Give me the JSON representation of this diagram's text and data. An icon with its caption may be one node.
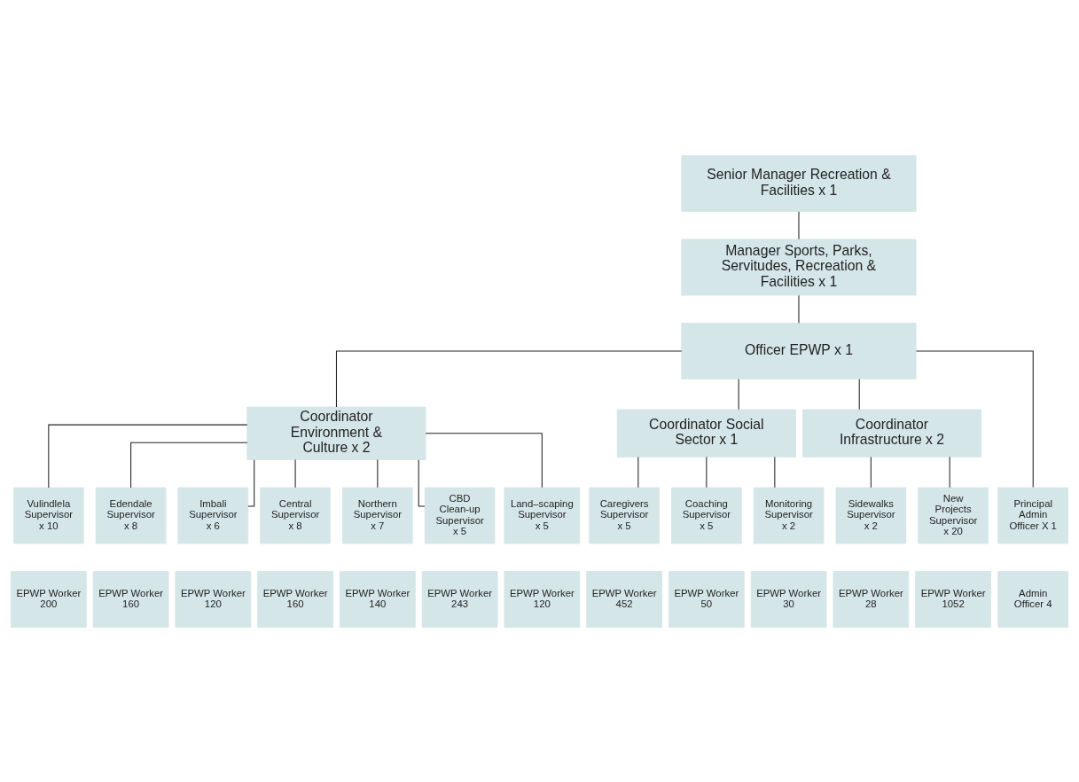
{
  "diagram": {
    "nodes": [
      {
        "text": [
          "Senior Manager Recreation & Facilities x 1"
        ]
      },
      {
        "text": [
          "Manager Sports, Parks, Servitudes, Recreation & Facilities x 1"
        ]
      },
      {
        "text": [
          "Officer EPWP x 1"
        ]
      },
      {
        "text": [
          "Coordinator Environment & Culture x 2"
        ]
      },
      {
        "text": [
          "Coordinator Social Sector x 1"
        ]
      },
      {
        "text": [
          "Coordinator Infrastructure x 2"
        ]
      },
      {
        "text": [
          "Principal Admin Officer X 1"
        ]
      },
      {
        "text": [
          "Vulindlela Supervisor x 10"
        ]
      },
      {
        "text": [
          "Edendale Supervisor x 8"
        ]
      },
      {
        "text": [
          "Imbali Supervisor x 6"
        ]
      },
      {
        "text": [
          "Central Supervisor x 8"
        ]
      },
      {
        "text": [
          "Northern Supervisor x 7"
        ]
      },
      {
        "text": [
          "CBD Clean-up Supervisor x 5"
        ]
      },
      {
        "text": [
          "Land–scaping Supervisor x 5"
        ]
      },
      {
        "text": [
          "Caregivers Supervisor x 5"
        ]
      },
      {
        "text": [
          "Coaching Supervisor x 5"
        ]
      },
      {
        "text": [
          "Monitoring Supervisor x 2"
        ]
      },
      {
        "text": [
          "Sidewalks Supervisor x 2"
        ]
      },
      {
        "text": [
          "New Projects Supervisor x 20"
        ]
      },
      {
        "text": [
          "Admin Officer 4"
        ]
      },
      {
        "text": [
          "EPWP Worker 200"
        ]
      },
      {
        "text": [
          "EPWP Worker 160"
        ]
      },
      {
        "text": [
          "EPWP Worker 120"
        ]
      },
      {
        "text": [
          "EPWP Worker 160"
        ]
      },
      {
        "text": [
          "EPWP Worker 140"
        ]
      },
      {
        "text": [
          "EPWP Worker 243"
        ]
      },
      {
        "text": [
          "EPWP Worker 120"
        ]
      },
      {
        "text": [
          "EPWP Worker 452"
        ]
      },
      {
        "text": [
          "EPWP Worker 50"
        ]
      },
      {
        "text": [
          "EPWP Worker 30"
        ]
      },
      {
        "text": [
          "EPWP Worker 28"
        ]
      },
      {
        "text": [
          "EPWP Worker 1052"
        ]
      }
    ],
    "edges": [
      {
        "from": 0,
        "to": 1,
        "arrow": "none"
      },
      {
        "from": 1,
        "to": 2,
        "arrow": "none"
      },
      {
        "from": 2,
        "to": 3,
        "arrow": "none"
      },
      {
        "from": 2,
        "to": 4,
        "arrow": "none"
      },
      {
        "from": 2,
        "to": 5,
        "arrow": "none"
      },
      {
        "from": 2,
        "to": 6,
        "arrow": "none"
      },
      {
        "from": 3,
        "to": 7,
        "arrow": "none"
      },
      {
        "from": 3,
        "to": 8,
        "arrow": "none"
      },
      {
        "from": 3,
        "to": 9,
        "arrow": "none"
      },
      {
        "from": 3,
        "to": 10,
        "arrow": "none"
      },
      {
        "from": 3,
        "to": 11,
        "arrow": "none"
      },
      {
        "from": 3,
        "to": 12,
        "arrow": "none"
      },
      {
        "from": 3,
        "to": 13,
        "arrow": "none"
      },
      {
        "from": 4,
        "to": 14,
        "arrow": "none"
      },
      {
        "from": 4,
        "to": 15,
        "arrow": "none"
      },
      {
        "from": 4,
        "to": 16,
        "arrow": "none"
      },
      {
        "from": 5,
        "to": 17,
        "arrow": "none"
      },
      {
        "from": 5,
        "to": 18,
        "arrow": "none"
      }
    ]
  }
}
